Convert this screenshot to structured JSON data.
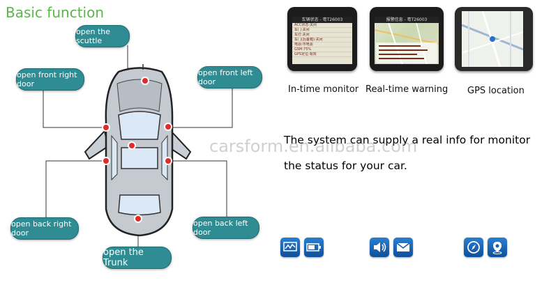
{
  "heading": "Basic function",
  "labels": {
    "scuttle": "open the scuttle",
    "front_right": "open front right door",
    "front_left": "open front left door",
    "back_right": "open back right door",
    "back_left": "open back left door",
    "trunk": "open the Trunk"
  },
  "phones": {
    "monitor_title": "车辆状态 - 粤T26003",
    "monitor_rows": [
      "ACC状态:关闭",
      "车门:关闭",
      "车灯:关闭",
      "车门(后备箱):关闭",
      "电源:市电源",
      "GSM:75%",
      "GPS定位:有效"
    ],
    "warning_title": "报警信息 - 粤T26003"
  },
  "captions": {
    "monitor": "In-time monitor",
    "warning": "Real-time warning",
    "gps": "GPS location"
  },
  "description": {
    "line1": "The system can supply a real info for monitor",
    "line2": "the status for your car."
  },
  "watermark": "carsform.en.alibaba.com",
  "icons": [
    "monitor-icon",
    "battery-icon",
    "speaker-icon",
    "mail-icon",
    "compass-icon",
    "location-pin-icon"
  ]
}
